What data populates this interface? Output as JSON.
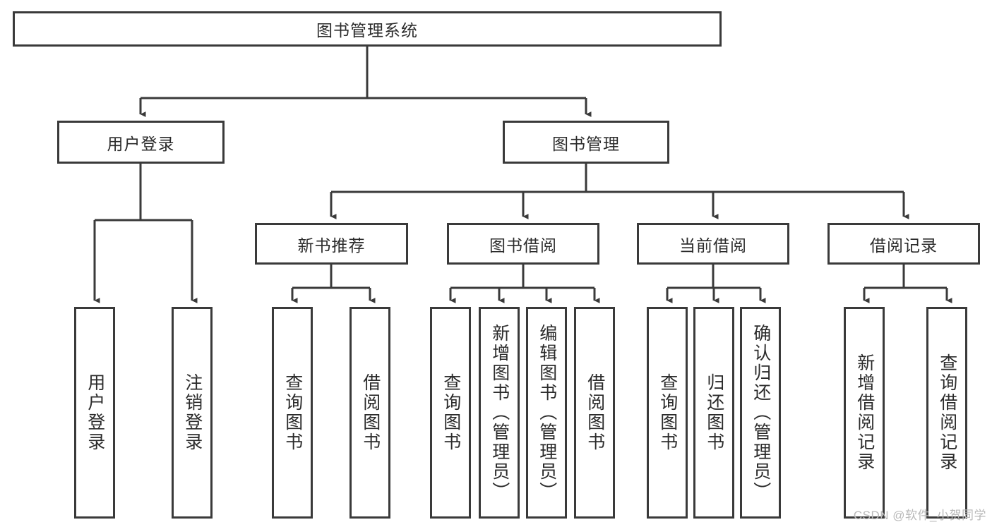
{
  "diagram": {
    "title": "图书管理系统",
    "watermark": "CSDN @软件_小贺同学",
    "colors": {
      "stroke": "#3a3a3a",
      "fill": "#ffffff",
      "text": "#2b2b2b",
      "watermark": "#b9b9b9"
    },
    "root": {
      "label": "图书管理系统"
    },
    "level2": [
      {
        "label": "用户登录"
      },
      {
        "label": "图书管理"
      }
    ],
    "level3": [
      {
        "label": "新书推荐"
      },
      {
        "label": "图书借阅"
      },
      {
        "label": "当前借阅"
      },
      {
        "label": "借阅记录"
      }
    ],
    "leaves": {
      "user_login": [
        {
          "label": "用户登录"
        },
        {
          "label": "注销登录"
        }
      ],
      "new_book_recommend": [
        {
          "label": "查询图书"
        },
        {
          "label": "借阅图书"
        }
      ],
      "book_borrow": [
        {
          "label": "查询图书"
        },
        {
          "label": "新增图书（管理员）"
        },
        {
          "label": "编辑图书（管理员）"
        },
        {
          "label": "借阅图书"
        }
      ],
      "current_borrow": [
        {
          "label": "查询图书"
        },
        {
          "label": "归还图书"
        },
        {
          "label": "确认归还（管理员）"
        }
      ],
      "borrow_record": [
        {
          "label": "新增借阅记录"
        },
        {
          "label": "查询借阅记录"
        }
      ]
    }
  }
}
